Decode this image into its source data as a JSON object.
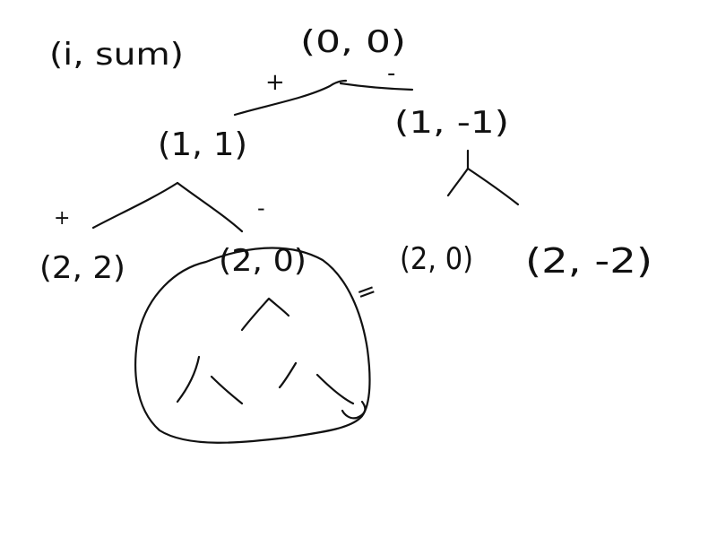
{
  "legend": "(i, sum)",
  "nodes": {
    "root": "(0, 0)",
    "left": "(1, 1)",
    "right": "(1, -1)",
    "left_left": "(2, 2)",
    "left_right": "(2, 0)",
    "right_left": "(2, 0)",
    "right_right": "(2, -2)"
  },
  "edge_labels": {
    "plus_top": "+",
    "minus_top": "-",
    "plus_left": "+",
    "minus_left": "-",
    "equals_mark": "="
  }
}
